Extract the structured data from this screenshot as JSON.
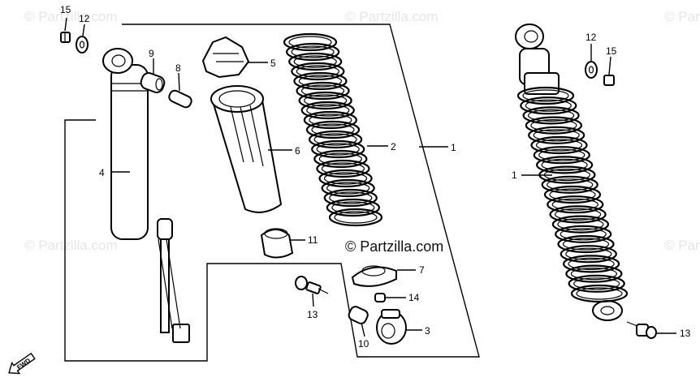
{
  "watermark": "© Partzilla.com",
  "brand": "© Partzilla.com",
  "fwd": "FWD",
  "labels": {
    "p15a": "15",
    "p12a": "12",
    "p9": "9",
    "p8": "8",
    "p5": "5",
    "p4": "4",
    "p6": "6",
    "p2": "2",
    "p1a": "1",
    "p11": "11",
    "p7": "7",
    "p14": "14",
    "p13a": "13",
    "p3": "3",
    "p10": "10",
    "p12b": "12",
    "p15b": "15",
    "p1b": "1",
    "p13b": "13"
  }
}
